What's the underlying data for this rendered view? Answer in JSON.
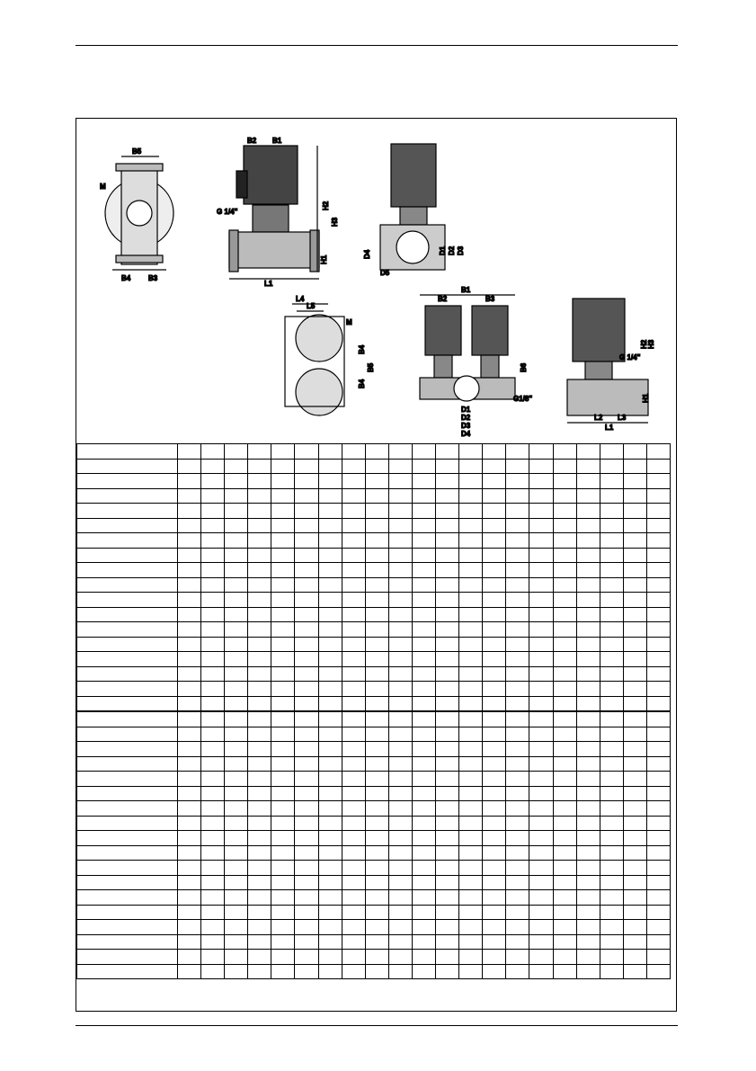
{
  "figure": {
    "labels": {
      "b1": "B1",
      "b2": "B2",
      "b3": "B3",
      "b4": "B4",
      "b5": "B5",
      "b6": "B6",
      "h1": "H1",
      "h2": "H2",
      "h3": "H3",
      "l1": "L1",
      "l2": "L2",
      "l3": "L3",
      "l4": "L4",
      "l5": "L5",
      "d1": "D1",
      "d2": "D2",
      "d3": "D3",
      "d4": "D4",
      "d5": "D5",
      "m": "M",
      "g14": "G 1/4\"",
      "g18": "G1/8\""
    }
  },
  "table": {
    "columns": 21,
    "rows": 36,
    "thick_rule_after_row": 18
  }
}
